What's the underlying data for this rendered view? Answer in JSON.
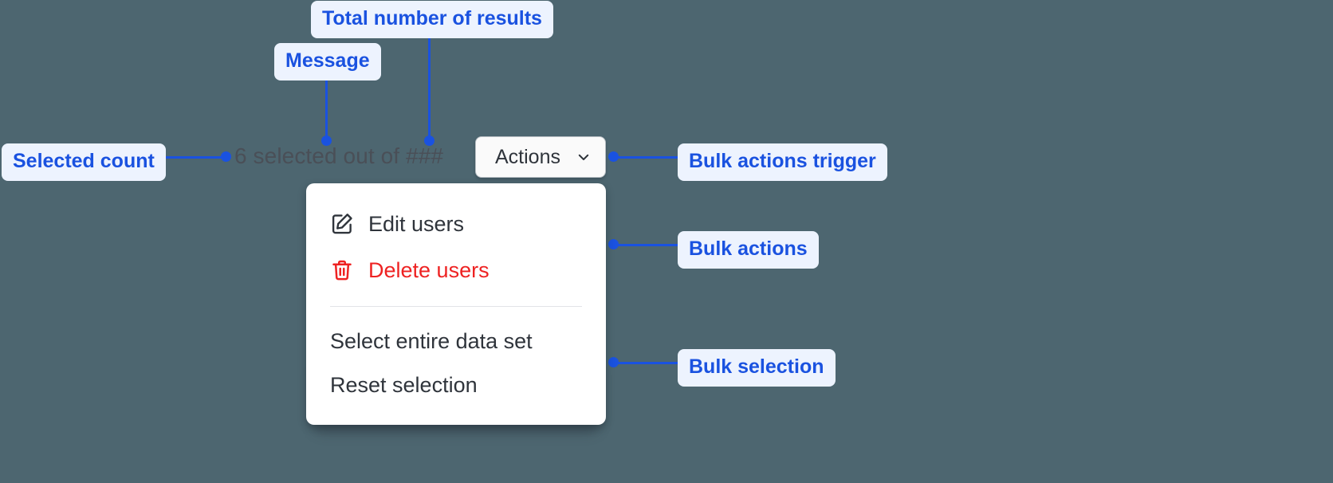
{
  "background_color": "#4d6670",
  "accent_color": "#1a52e0",
  "annotations": [
    {
      "id": "total-results",
      "label": "Total number of results"
    },
    {
      "id": "message",
      "label": "Message"
    },
    {
      "id": "selected-count",
      "label": "Selected count"
    },
    {
      "id": "bulk-actions-trigger",
      "label": "Bulk actions trigger"
    },
    {
      "id": "bulk-actions",
      "label": "Bulk actions"
    },
    {
      "id": "bulk-selection",
      "label": "Bulk selection"
    }
  ],
  "selection_bar": {
    "message": "6 selected out of ###",
    "selected_count": "6",
    "total_placeholder": "###"
  },
  "actions_button": {
    "label": "Actions",
    "icon": "chevron-down-icon"
  },
  "dropdown": {
    "groups": [
      {
        "name": "bulk-actions",
        "items": [
          {
            "label": "Edit users",
            "icon": "edit-pencil-icon",
            "tone": "default"
          },
          {
            "label": "Delete users",
            "icon": "trash-icon",
            "tone": "danger",
            "color": "#ee2222"
          }
        ]
      },
      {
        "name": "bulk-selection",
        "items": [
          {
            "label": "Select entire data set",
            "icon": "",
            "tone": "default"
          },
          {
            "label": "Reset selection",
            "icon": "",
            "tone": "default"
          }
        ]
      }
    ]
  }
}
